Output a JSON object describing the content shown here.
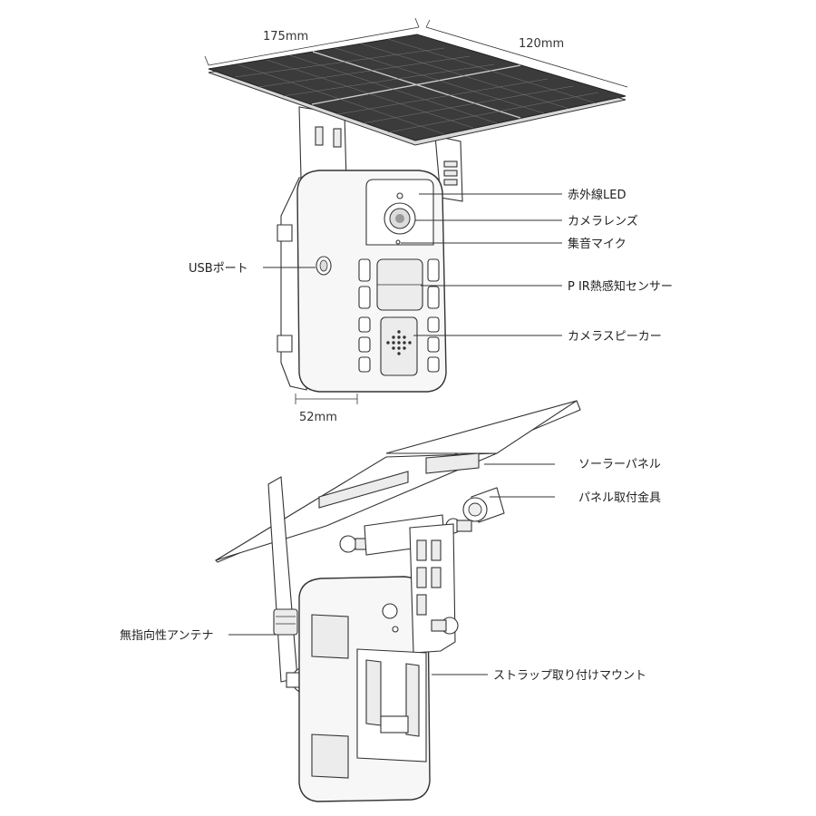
{
  "dimensions": {
    "width": "175mm",
    "depth": "120mm",
    "thickness": "52mm"
  },
  "front_view_labels": {
    "ir_led": "赤外線LED",
    "camera_lens": "カメラレンズ",
    "microphone": "集音マイク",
    "usb_port": "USBポート",
    "pir_sensor": "P IR熱感知センサー",
    "speaker": "カメラスピーカー"
  },
  "rear_view_labels": {
    "solar_panel": "ソーラーパネル",
    "panel_bracket": "パネル取付金具",
    "antenna": "無指向性アンテナ",
    "strap_mount": "ストラップ取り付けマウント"
  },
  "colors": {
    "solar_panel": "#3b3b3b",
    "line": "#333333",
    "body": "#f7f7f7"
  }
}
